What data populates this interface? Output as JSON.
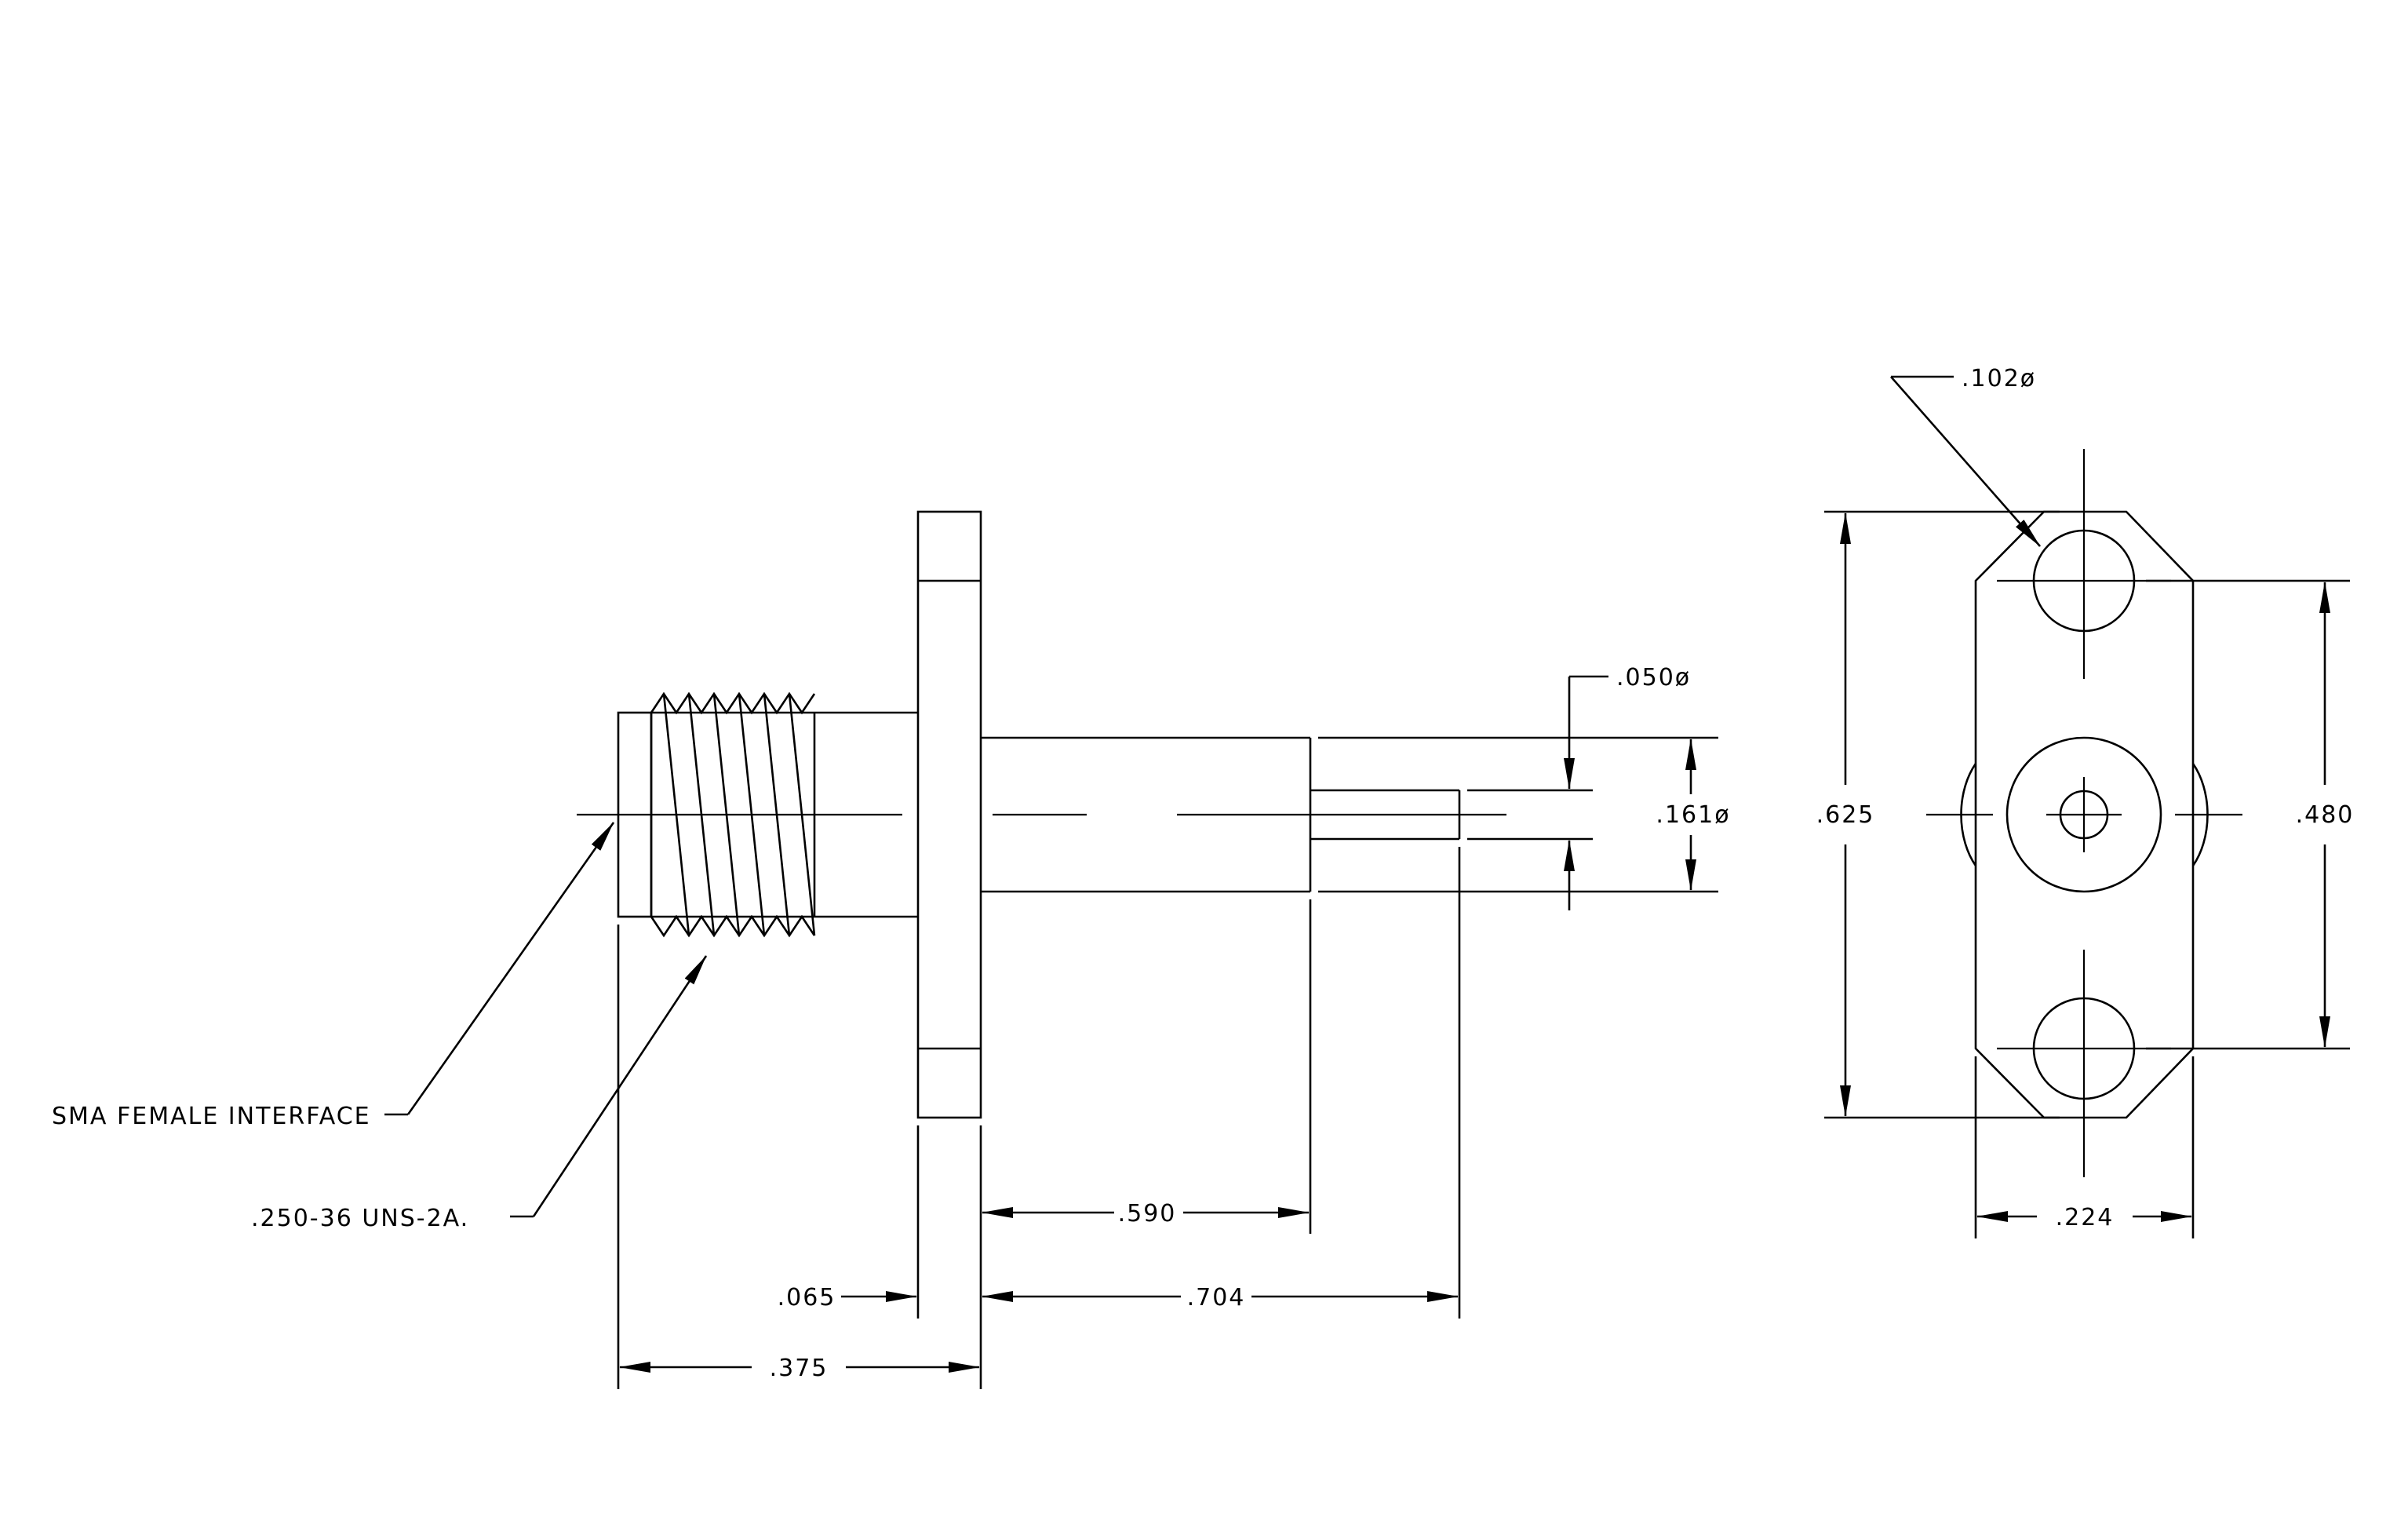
{
  "labels": {
    "sma_interface": "SMA FEMALE INTERFACE",
    "thread": ".250-36 UNS-2A."
  },
  "dimensions": {
    "hole_dia": ".102ø",
    "pin_dia": ".050ø",
    "body_dia": ".161ø",
    "flange_height": ".625",
    "hole_spacing": ".480",
    "flange_width": ".224",
    "shaft_length": ".590",
    "pin_length": ".704",
    "flange_thickness": ".065",
    "thread_length": ".375"
  },
  "colors": {
    "line": "#000000",
    "background": "#ffffff"
  }
}
